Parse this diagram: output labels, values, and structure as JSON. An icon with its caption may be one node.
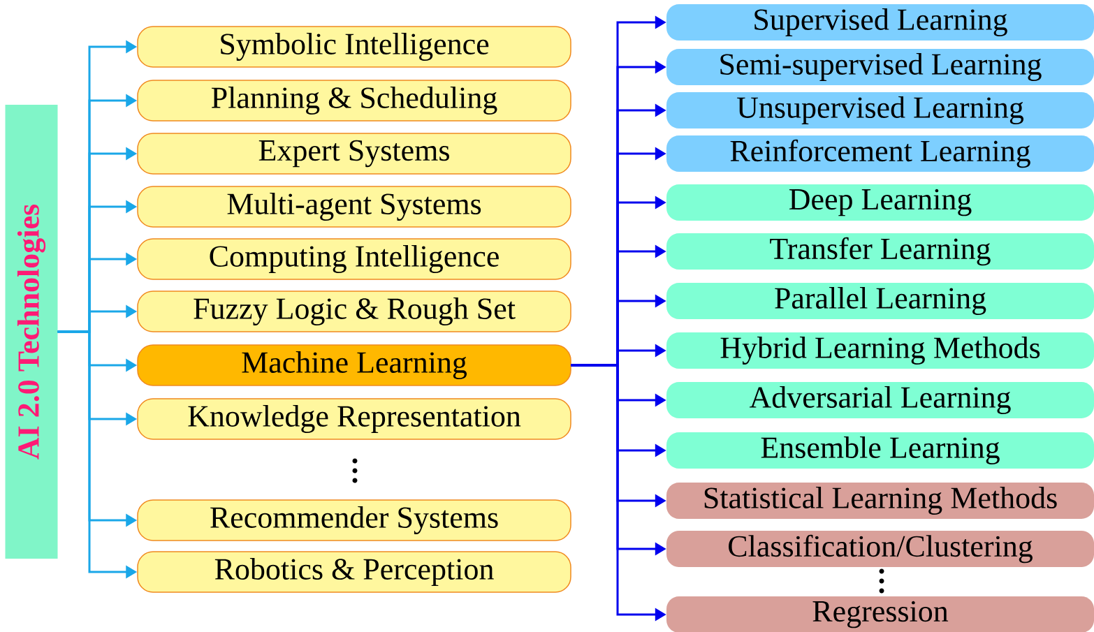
{
  "diagram": {
    "nodes": [
      {
        "text": [
          "AI 2.0 Technologies"
        ]
      },
      {
        "text": [
          "Symbolic Intelligence"
        ]
      },
      {
        "text": [
          "Planning & Scheduling"
        ]
      },
      {
        "text": [
          "Expert Systems"
        ]
      },
      {
        "text": [
          "Multi-agent Systems"
        ]
      },
      {
        "text": [
          "Computing Intelligence"
        ]
      },
      {
        "text": [
          "Fuzzy Logic & Rough Set"
        ]
      },
      {
        "text": [
          "Machine Learning"
        ]
      },
      {
        "text": [
          "Knowledge Representation"
        ]
      },
      {
        "text": [
          "Recommender Systems"
        ]
      },
      {
        "text": [
          "Robotics & Perception"
        ]
      },
      {
        "text": [
          "Supervised Learning"
        ]
      },
      {
        "text": [
          "Semi-supervised Learning"
        ]
      },
      {
        "text": [
          "Unsupervised Learning"
        ]
      },
      {
        "text": [
          "Reinforcement Learning"
        ]
      },
      {
        "text": [
          "Deep Learning"
        ]
      },
      {
        "text": [
          "Transfer Learning"
        ]
      },
      {
        "text": [
          "Parallel Learning"
        ]
      },
      {
        "text": [
          "Hybrid Learning Methods"
        ]
      },
      {
        "text": [
          "Adversarial Learning"
        ]
      },
      {
        "text": [
          "Ensemble Learning"
        ]
      },
      {
        "text": [
          "Statistical Learning Methods"
        ]
      },
      {
        "text": [
          "Classification/Clustering"
        ]
      },
      {
        "text": [
          "Regression"
        ]
      }
    ],
    "edges": [
      {
        "from": 0,
        "to": 1,
        "arrow": "to",
        "color": "#1aa7e8"
      },
      {
        "from": 0,
        "to": 2,
        "arrow": "to",
        "color": "#1aa7e8"
      },
      {
        "from": 0,
        "to": 3,
        "arrow": "to",
        "color": "#1aa7e8"
      },
      {
        "from": 0,
        "to": 4,
        "arrow": "to",
        "color": "#1aa7e8"
      },
      {
        "from": 0,
        "to": 5,
        "arrow": "to",
        "color": "#1aa7e8"
      },
      {
        "from": 0,
        "to": 6,
        "arrow": "to",
        "color": "#1aa7e8"
      },
      {
        "from": 0,
        "to": 7,
        "arrow": "to",
        "color": "#1aa7e8"
      },
      {
        "from": 0,
        "to": 8,
        "arrow": "to",
        "color": "#1aa7e8"
      },
      {
        "from": 0,
        "to": 9,
        "arrow": "to",
        "color": "#1aa7e8"
      },
      {
        "from": 0,
        "to": 10,
        "arrow": "to",
        "color": "#1aa7e8"
      },
      {
        "from": 7,
        "to": 11,
        "arrow": "to"
      },
      {
        "from": 7,
        "to": 12,
        "arrow": "to"
      },
      {
        "from": 7,
        "to": 13,
        "arrow": "to"
      },
      {
        "from": 7,
        "to": 14,
        "arrow": "to"
      },
      {
        "from": 7,
        "to": 15,
        "arrow": "to"
      },
      {
        "from": 7,
        "to": 16,
        "arrow": "to"
      },
      {
        "from": 7,
        "to": 17,
        "arrow": "to"
      },
      {
        "from": 7,
        "to": 18,
        "arrow": "to"
      },
      {
        "from": 7,
        "to": 19,
        "arrow": "to"
      },
      {
        "from": 7,
        "to": 20,
        "arrow": "to"
      },
      {
        "from": 7,
        "to": 21,
        "arrow": "to"
      },
      {
        "from": 7,
        "to": 22,
        "arrow": "to"
      },
      {
        "from": 7,
        "to": 23,
        "arrow": "to"
      }
    ]
  }
}
